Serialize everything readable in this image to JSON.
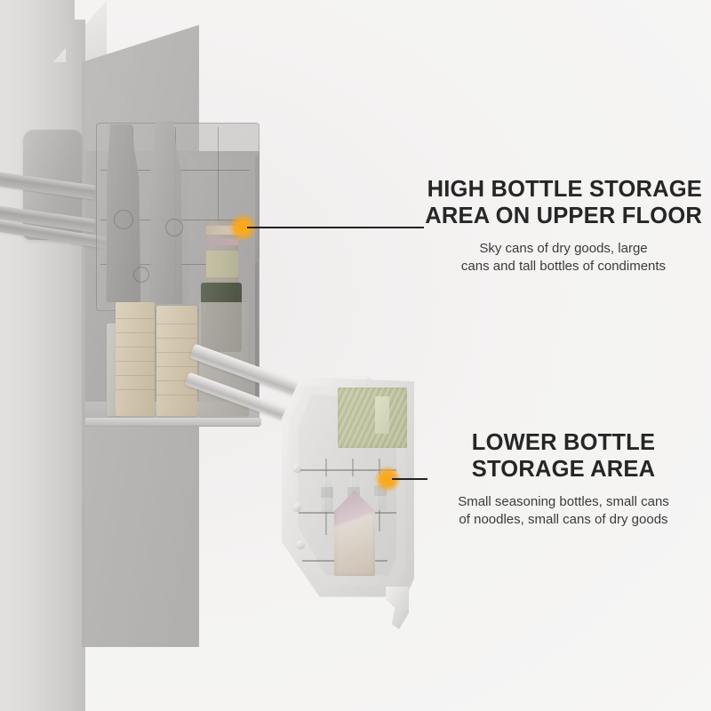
{
  "scene": {
    "subject": "pull-out kitchen cabinet bottle storage organizer",
    "background_color": "#f5f5f4",
    "render_gray": "#b0aeac"
  },
  "callouts": [
    {
      "id": "upper",
      "title_line1": "HIGH BOTTLE STORAGE",
      "title_line2": "AREA ON UPPER FLOOR",
      "sub_line1": "Sky cans of dry goods, large",
      "sub_line2": "cans and tall bottles of condiments",
      "marker_color": "#f7a81e",
      "leader_color": "#232323"
    },
    {
      "id": "lower",
      "title_line1": "LOWER BOTTLE",
      "title_line2": "STORAGE AREA",
      "sub_line1": "Small seasoning bottles, small cans",
      "sub_line2": "of noodles, small cans of dry goods",
      "marker_color": "#f7a81e",
      "leader_color": "#232323"
    }
  ]
}
